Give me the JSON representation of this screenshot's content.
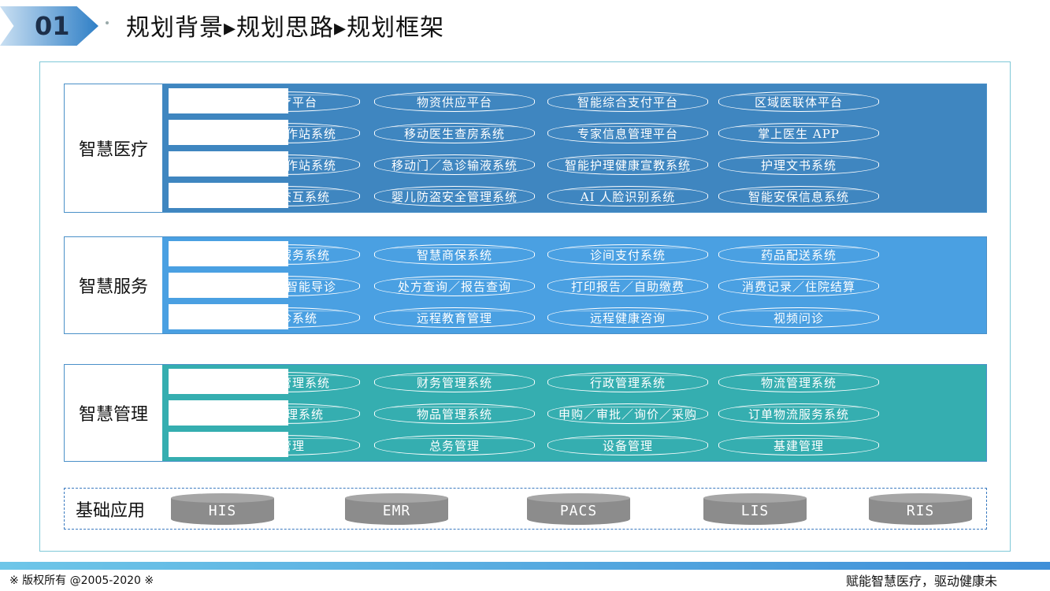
{
  "header": {
    "number": "01",
    "title": "规划背景▸规划思路▸规划框架"
  },
  "sections": [
    {
      "label": "智慧医疗",
      "color": "#3f86c0",
      "rows": [
        [
          "分级诊疗平台",
          "物资供应平台",
          "智能综合支付平台",
          "区域医联体平台"
        ],
        [
          "移动医生工作站系统",
          "移动医生查房系统",
          "专家信息管理平台",
          "掌上医生 APP"
        ],
        [
          "移动护士工作站系统",
          "移动门／急诊输液系统",
          "智能护理健康宣教系统",
          "护理文书系统"
        ],
        [
          "智能床旁交互系统",
          "婴儿防盗安全管理系统",
          "AI 人脸识别系统",
          "智能安保信息系统"
        ]
      ]
    },
    {
      "label": "智慧服务",
      "color": "#4aa0e2",
      "rows": [
        [
          "新版微信服务系统",
          "智慧商保系统",
          "诊间支付系统",
          "药品配送系统"
        ],
        [
          "预约挂号／智能导诊",
          "处方查询／报告查询",
          "打印报告／自助缴费",
          "消费记录／住院结算"
        ],
        [
          "远程会诊系统",
          "远程教育管理",
          "远程健康咨询",
          "视频问诊"
        ]
      ]
    },
    {
      "label": "智慧管理",
      "color": "#35aeb0",
      "rows": [
        [
          "人力资源管理系统",
          "财务管理系统",
          "行政管理系统",
          "物流管理系统"
        ],
        [
          "供应商管理系统",
          "物品管理系统",
          "申购／审批／询价／采购",
          "订单物流服务系统"
        ],
        [
          "物业管理",
          "总务管理",
          "设备管理",
          "基建管理"
        ]
      ]
    }
  ],
  "base": {
    "label": "基础应用",
    "items": [
      "HIS",
      "EMR",
      "PACS",
      "LIS",
      "RIS"
    ]
  },
  "footer": {
    "copyright": "※  版权所有 @2005-2020  ※",
    "slogan": "赋能智慧医疗，驱动健康未"
  }
}
